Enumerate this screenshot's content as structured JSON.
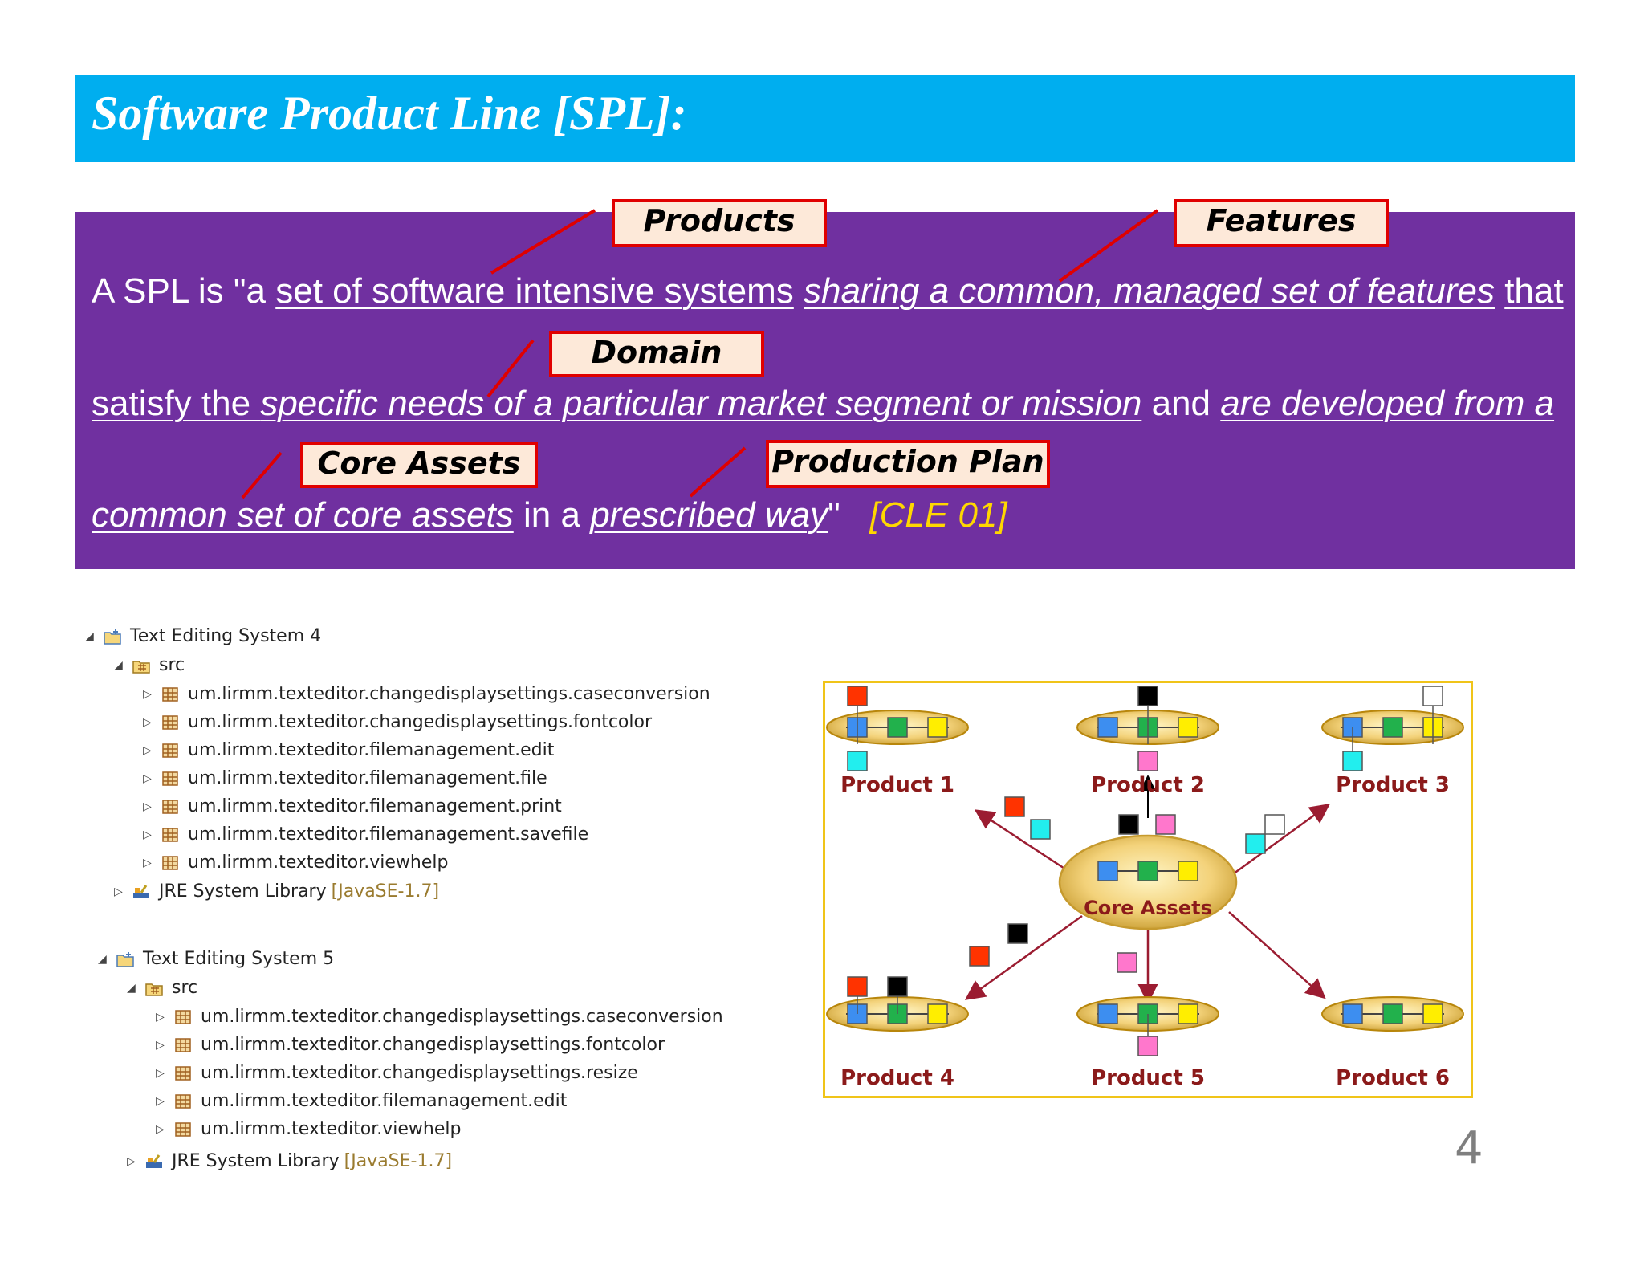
{
  "slide": {
    "title": "Software Product Line [SPL]:",
    "page_number": "4"
  },
  "definition": {
    "line1": {
      "lead": "A SPL is \"a ",
      "products_phrase": "set of software intensive systems",
      "features_phrase": "sharing a common, managed set of features",
      "tail": "that"
    },
    "line2": {
      "lead": "satisfy the ",
      "domain_phrase": "specific needs of a particular market segment or mission",
      "mid": "and",
      "tail_phrase": "are developed from a"
    },
    "line3": {
      "core_phrase": "common set of core assets",
      "mid": "in a",
      "plan_phrase": "prescribed way",
      "close_quote": "\"",
      "citation": "[CLE 01]"
    },
    "callouts": {
      "products": "Products",
      "features": "Features",
      "domain": "Domain",
      "core_assets": "Core Assets",
      "production_plan": "Production Plan"
    }
  },
  "tree_system4": {
    "project": "Text Editing System 4",
    "src": "src",
    "packages": [
      "um.lirmm.texteditor.changedisplaysettings.caseconversion",
      "um.lirmm.texteditor.changedisplaysettings.fontcolor",
      "um.lirmm.texteditor.filemanagement.edit",
      "um.lirmm.texteditor.filemanagement.file",
      "um.lirmm.texteditor.filemanagement.print",
      "um.lirmm.texteditor.filemanagement.savefile",
      "um.lirmm.texteditor.viewhelp"
    ],
    "jre": "JRE System Library",
    "jre_version": "[JavaSE-1.7]"
  },
  "tree_system5": {
    "project": "Text Editing System 5",
    "src": "src",
    "packages": [
      "um.lirmm.texteditor.changedisplaysettings.caseconversion",
      "um.lirmm.texteditor.changedisplaysettings.fontcolor",
      "um.lirmm.texteditor.changedisplaysettings.resize",
      "um.lirmm.texteditor.filemanagement.edit",
      "um.lirmm.texteditor.viewhelp"
    ],
    "jre": "JRE System Library",
    "jre_version": "[JavaSE-1.7]"
  },
  "diagram": {
    "core_label": "Core Assets",
    "products": [
      "Product 1",
      "Product 2",
      "Product 3",
      "Product 4",
      "Product 5",
      "Product 6"
    ],
    "colors": {
      "blue": "#3d8ef0",
      "green": "#22b14c",
      "yellow": "#ffee00",
      "red": "#ff3300",
      "black": "#000000",
      "cyan": "#22eeee",
      "pink": "#ff77cc",
      "white": "#ffffff",
      "label": "#8b1a1a",
      "arrow": "#9b1c31"
    }
  }
}
